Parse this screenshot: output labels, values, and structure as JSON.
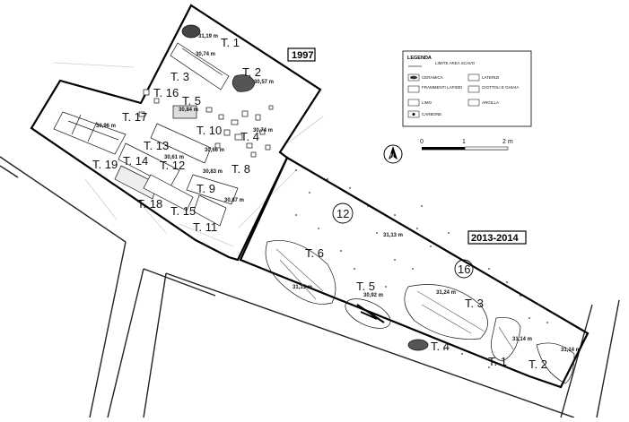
{
  "campaigns": {
    "c1997": "1997",
    "c2013": "2013-2014"
  },
  "legend": {
    "title": "LEGENDA",
    "items": [
      {
        "label": "LIMITE AREA SCAVO",
        "icon": "boundary-line-icon"
      },
      {
        "label": "CERAMICA",
        "icon": "ceramic-icon"
      },
      {
        "label": "LATERIZI",
        "icon": "brick-icon"
      },
      {
        "label": "FRAMMENTI LAPIDEI",
        "icon": "stone-fragment-icon"
      },
      {
        "label": "CIOTTOLI E GHIAIA",
        "icon": "pebble-icon"
      },
      {
        "label": "LIMO",
        "icon": "silt-icon"
      },
      {
        "label": "ARGILLA",
        "icon": "clay-icon"
      },
      {
        "label": "CARBONE",
        "icon": "charcoal-icon"
      }
    ]
  },
  "scale": {
    "ticks": [
      "0",
      "1",
      "2 m"
    ]
  },
  "north_arrow": {
    "label": "N"
  },
  "tombs_1997": [
    "T. 1",
    "T. 2",
    "T. 3",
    "T. 4",
    "T. 5",
    "T. 8",
    "T. 9",
    "T. 10",
    "T. 11",
    "T. 12",
    "T. 13",
    "T. 14",
    "T. 15",
    "T. 16",
    "T. 17",
    "T. 18",
    "T. 19"
  ],
  "tombs_2013": [
    "T. 1",
    "T. 2",
    "T. 3",
    "T. 4",
    "T. 5",
    "T. 6"
  ],
  "us_markers": [
    "12",
    "16"
  ],
  "elevations_1997": [
    "31,19 m",
    "30,74 m",
    "30,57 m",
    "30,84 m",
    "30,96 m",
    "30,74 m",
    "30,66 m",
    "30,61 m",
    "30,83 m",
    "30,87 m"
  ],
  "elevations_2013": [
    "31,13 m",
    "31,15 m",
    "30,92 m",
    "31,24 m",
    "31,14 m",
    "31,14 m"
  ]
}
